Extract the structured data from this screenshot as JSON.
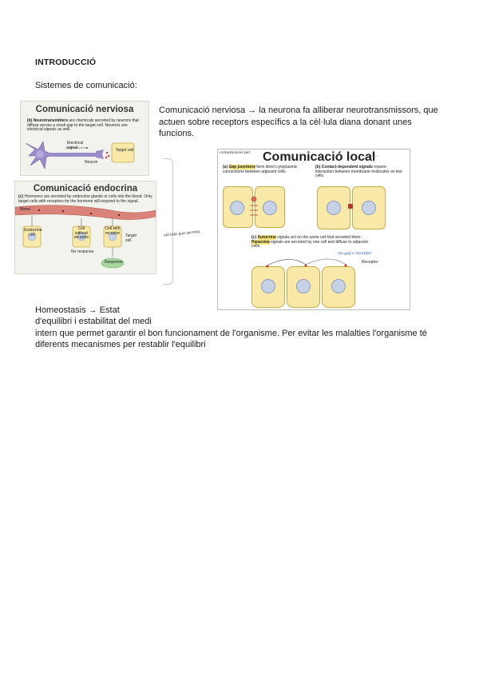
{
  "heading": "INTRODUCCIÓ",
  "subheading": "Sistemes de comunicació:",
  "nerve_paragraph": "Comunicació nerviosa → la neurona fa alliberar neurotransmissors, que actuen sobre receptors específics a la cèl·lula diana donant unes funcions.",
  "nerve_panel": {
    "title": "Comunicació nerviosa",
    "caption_label": "(b)",
    "caption_bold": "Neurotransmitters",
    "caption_rest": " are chemicals secreted by neurons that diffuse across a small gap to the target cell. Neurons use electrical signals as well.",
    "electrical_label": "Electrical signal",
    "neuron_label": "Neuron",
    "target_label": "Target cell"
  },
  "endocrine_panel": {
    "title": "Comunicació endocrina",
    "caption_label": "(c)",
    "caption": "Hormones are secreted by endocrine glands or cells into the blood. Only target cells with receptors for the hormone will respond to the signal.",
    "blood_label": "Blood",
    "endocrine_cell": "Endocrine cell",
    "cell_without": "Cell without receptor",
    "cell_with": "Cell with receptor",
    "target_cell": "Target cell",
    "no_response": "No response",
    "response": "Response"
  },
  "local_panel": {
    "title": "Comunicació local",
    "a_label": "(a)",
    "a_bold": "Gap junctions",
    "a_rest": " form direct cytoplasmic connections between adjacent cells.",
    "b_label": "(b)",
    "b_bold": "Contact-dependent signals",
    "b_rest": " require interaction between membrane molecules on two cells.",
    "c_label": "(c)",
    "c_bold": "Autocrine",
    "c_mid": " signals act on the same cell that secreted them. ",
    "c_bold2": "Paracrine",
    "c_rest": " signals are secreted by one cell and diffuse to adjacent cells.",
    "receptor_label": "Receptor"
  },
  "homeostasis": {
    "line1": "Homeostasis → Estat",
    "line2": "d'equilibri i estabilitat del medi",
    "line3": "intern que permet garantir el bon funcionament de l'organisme. Per evitar les malalties l'organisme té",
    "line4": "diferents mecanismes per restablir l'equilibri"
  }
}
